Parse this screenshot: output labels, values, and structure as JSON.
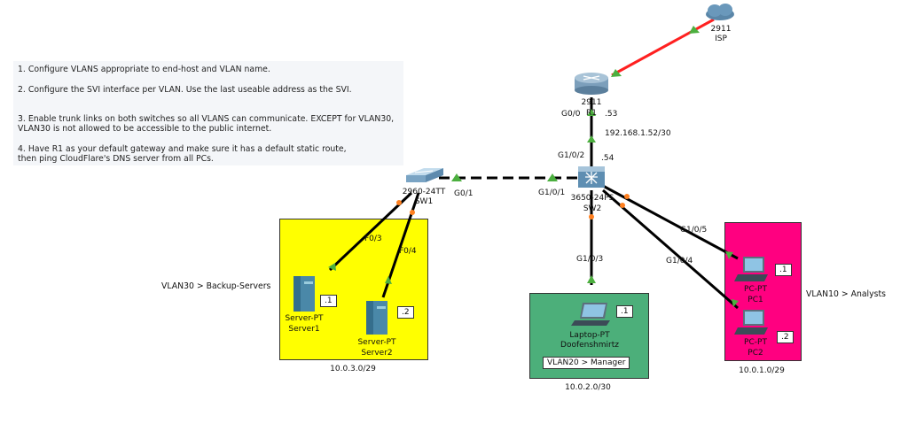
{
  "instructions": [
    "1. Configure VLANS appropriate to end-host and VLAN name.",
    "2. Configure the SVI interface per VLAN. Use the last useable address as the SVI.",
    "3. Enable trunk links on both switches so all VLANS can communicate. EXCEPT for VLAN30,",
    " VLAN30 is not allowed to be accessible to the public internet.",
    "4. Have R1 as your default gateway and make sure it has a default static route,",
    "then ping CloudFlare's DNS server from all PCs."
  ],
  "devices": {
    "isp": {
      "model": "2911",
      "name": "ISP"
    },
    "router": {
      "model": "2911",
      "name": "R1"
    },
    "sw1": {
      "model": "2960-24TT",
      "name": "SW1"
    },
    "sw2": {
      "model": "3650-24PS",
      "name": "SW2"
    },
    "server1": {
      "model": "Server-PT",
      "name": "Server1",
      "ip": ".1"
    },
    "server2": {
      "model": "Server-PT",
      "name": "Server2",
      "ip": ".2"
    },
    "laptop": {
      "model": "Laptop-PT",
      "name": "Doofenshmirtz",
      "ip": ".1"
    },
    "pc1": {
      "model": "PC-PT",
      "name": "PC1",
      "ip": ".1"
    },
    "pc2": {
      "model": "PC-PT",
      "name": "PC2",
      "ip": ".2"
    }
  },
  "ports": {
    "r1_g00": "G0/0",
    "r1_ip": ".53",
    "link_net": "192.168.1.52/30",
    "sw2_g102": "G1/0/2",
    "sw2_ip": ".54",
    "sw1_g01": "G0/1",
    "sw2_g101": "G1/0/1",
    "sw1_f03": "F0/3",
    "sw1_f04": "F0/4",
    "sw2_g103": "G1/0/3",
    "sw2_g105": "G1/0/5",
    "sw2_g104": "G1/0/4"
  },
  "vlans": {
    "vlan30": "VLAN30 > Backup-Servers",
    "vlan20": "VLAN20 > Manager",
    "vlan10": "VLAN10 > Analysts"
  },
  "subnets": {
    "servers": "10.0.3.0/29",
    "manager": "10.0.2.0/30",
    "analysts": "10.0.1.0/29"
  },
  "colors": {
    "servers_area": "#ffff00",
    "manager_area": "#4caf7a",
    "analysts_area": "#ff0080",
    "isp_link": "#ff2020"
  }
}
